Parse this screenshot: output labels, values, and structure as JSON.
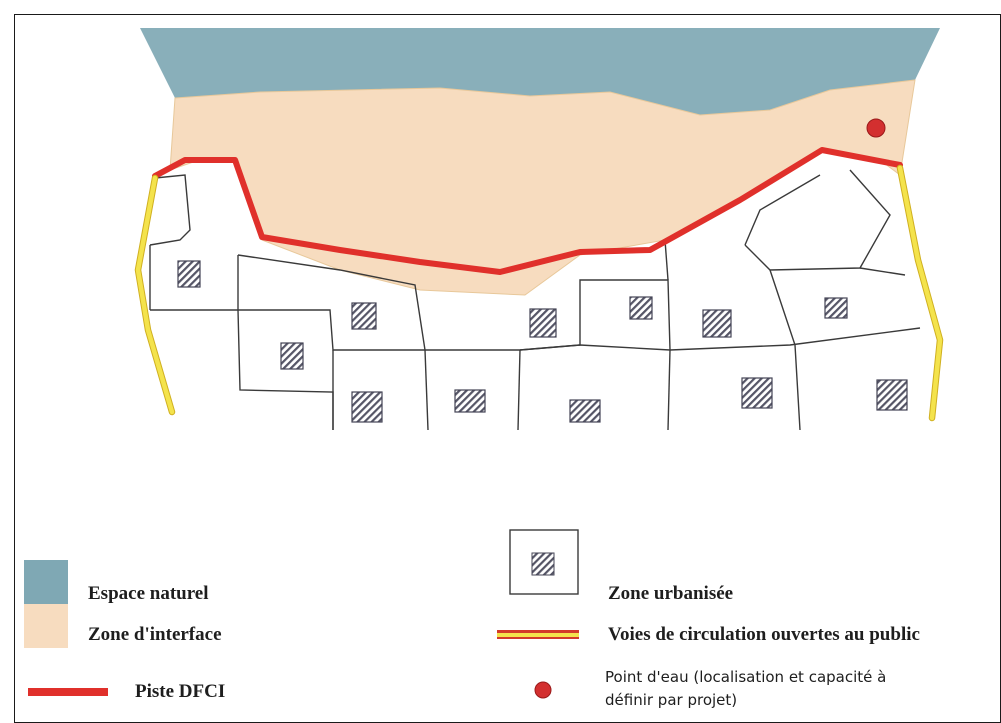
{
  "legend": {
    "espace_naturel": {
      "label": "Espace naturel",
      "color": "#7fa8b4"
    },
    "zone_interface": {
      "label": "Zone d'interface",
      "color": "#f7dcbf"
    },
    "piste_dfci": {
      "label": "Piste DFCI",
      "color": "#e0302b"
    },
    "zone_urbanisee": {
      "label": "Zone urbanisée",
      "icon": "hatched-building-icon"
    },
    "voies_circulation": {
      "label": "Voies de circulation ouvertes au public",
      "color": "#f4e34c"
    },
    "point_eau": {
      "label_line1": "Point d'eau (localisation et capacité à",
      "label_line2": "définir par projet)",
      "color": "#d32f2f"
    }
  },
  "colors": {
    "lines": "#3a3a3a",
    "hatch": "#555566"
  }
}
